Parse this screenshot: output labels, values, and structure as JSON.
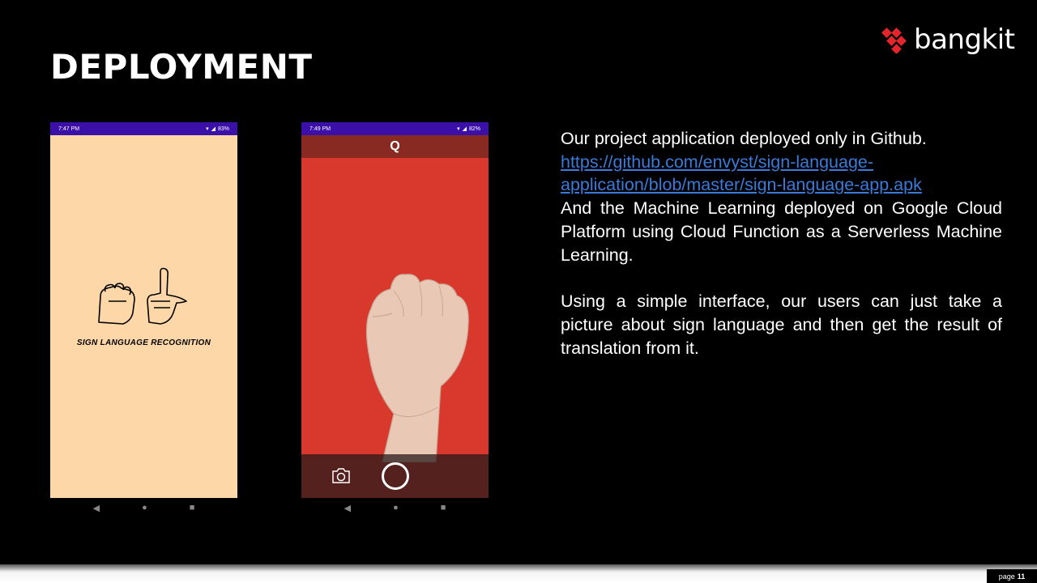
{
  "slide": {
    "title": "DEPLOYMENT",
    "logo_text": "bangkit",
    "page_label": "page",
    "page_number": "11"
  },
  "colors": {
    "background": "#000000",
    "logo_red": "#e4262c",
    "link": "#3a7ad9",
    "splash_bg": "#fdd7a8",
    "status_bar": "#3a10a8"
  },
  "phone_splash": {
    "time": "7:47 PM",
    "battery": "83%",
    "app_label": "SIGN LANGUAGE RECOGNITION"
  },
  "phone_camera": {
    "time": "7:49 PM",
    "battery": "82%",
    "prediction": "Q"
  },
  "navigation": {
    "back": "◀",
    "home": "●",
    "recents": "■"
  },
  "body": {
    "line1": "Our project application deployed only in Github.",
    "link": "https://github.com/envyst/sign-language-application/blob/master/sign-language-app.apk",
    "paragraph1_rest": "And the Machine Learning deployed on Google Cloud Platform using Cloud Function as a Serverless Machine Learning.",
    "paragraph2": "Using a simple interface, our users can just take a picture about sign language and then get the result of translation from it."
  }
}
